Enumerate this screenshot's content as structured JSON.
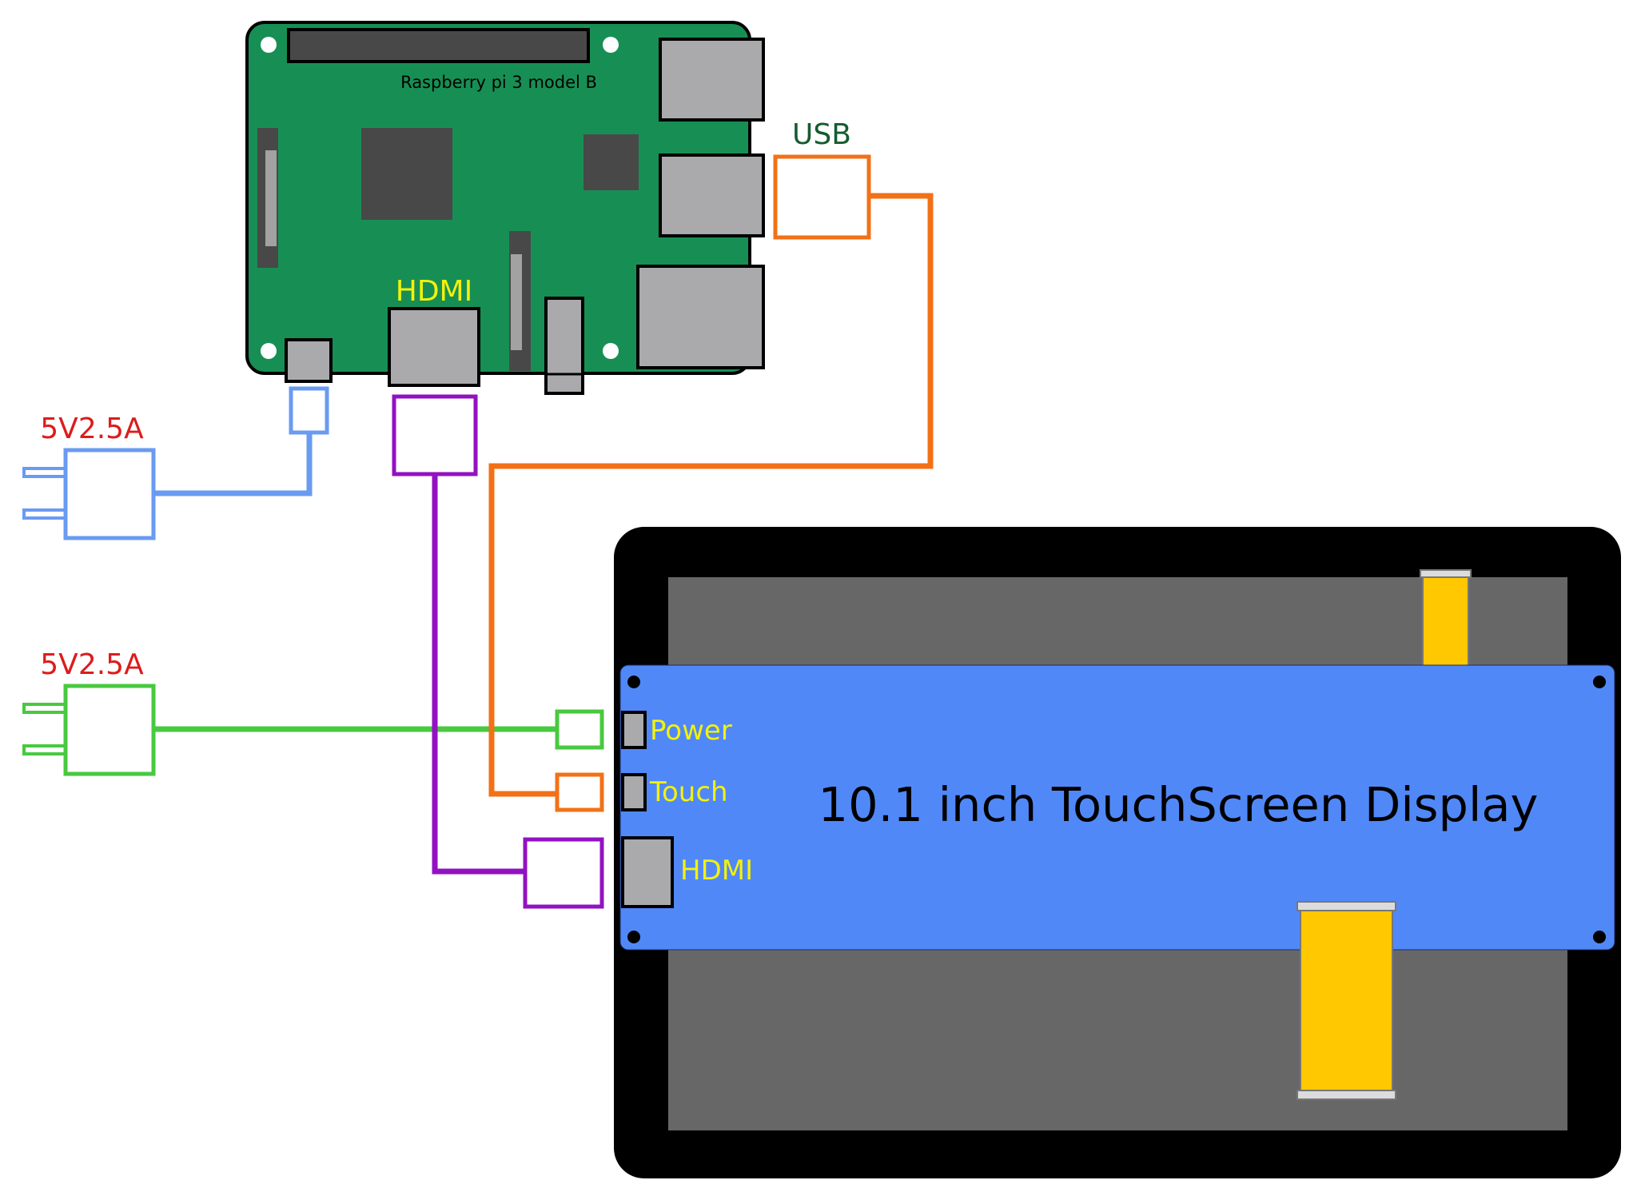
{
  "raspberry_pi": {
    "model_label": "Raspberry pi 3 model B",
    "hdmi_label": "HDMI",
    "usb_label": "USB"
  },
  "power_supplies": [
    {
      "label": "5V2.5A"
    },
    {
      "label": "5V2.5A"
    }
  ],
  "display": {
    "title": "10.1 inch TouchScreen Display",
    "ports": {
      "power": "Power",
      "touch": "Touch",
      "hdmi": "HDMI"
    }
  },
  "colors": {
    "pi_board": "#178f54",
    "display_panel": "#5188f8",
    "usb_cable": "#f27117",
    "hdmi_cable": "#9212c2",
    "pi_power_cable": "#6a9bf2",
    "display_power_cable": "#48c940",
    "power_label": "#dd1c1c",
    "usb_label": "#145c2f",
    "port_label": "#f2f20a",
    "ribbon": "#ffc800"
  }
}
